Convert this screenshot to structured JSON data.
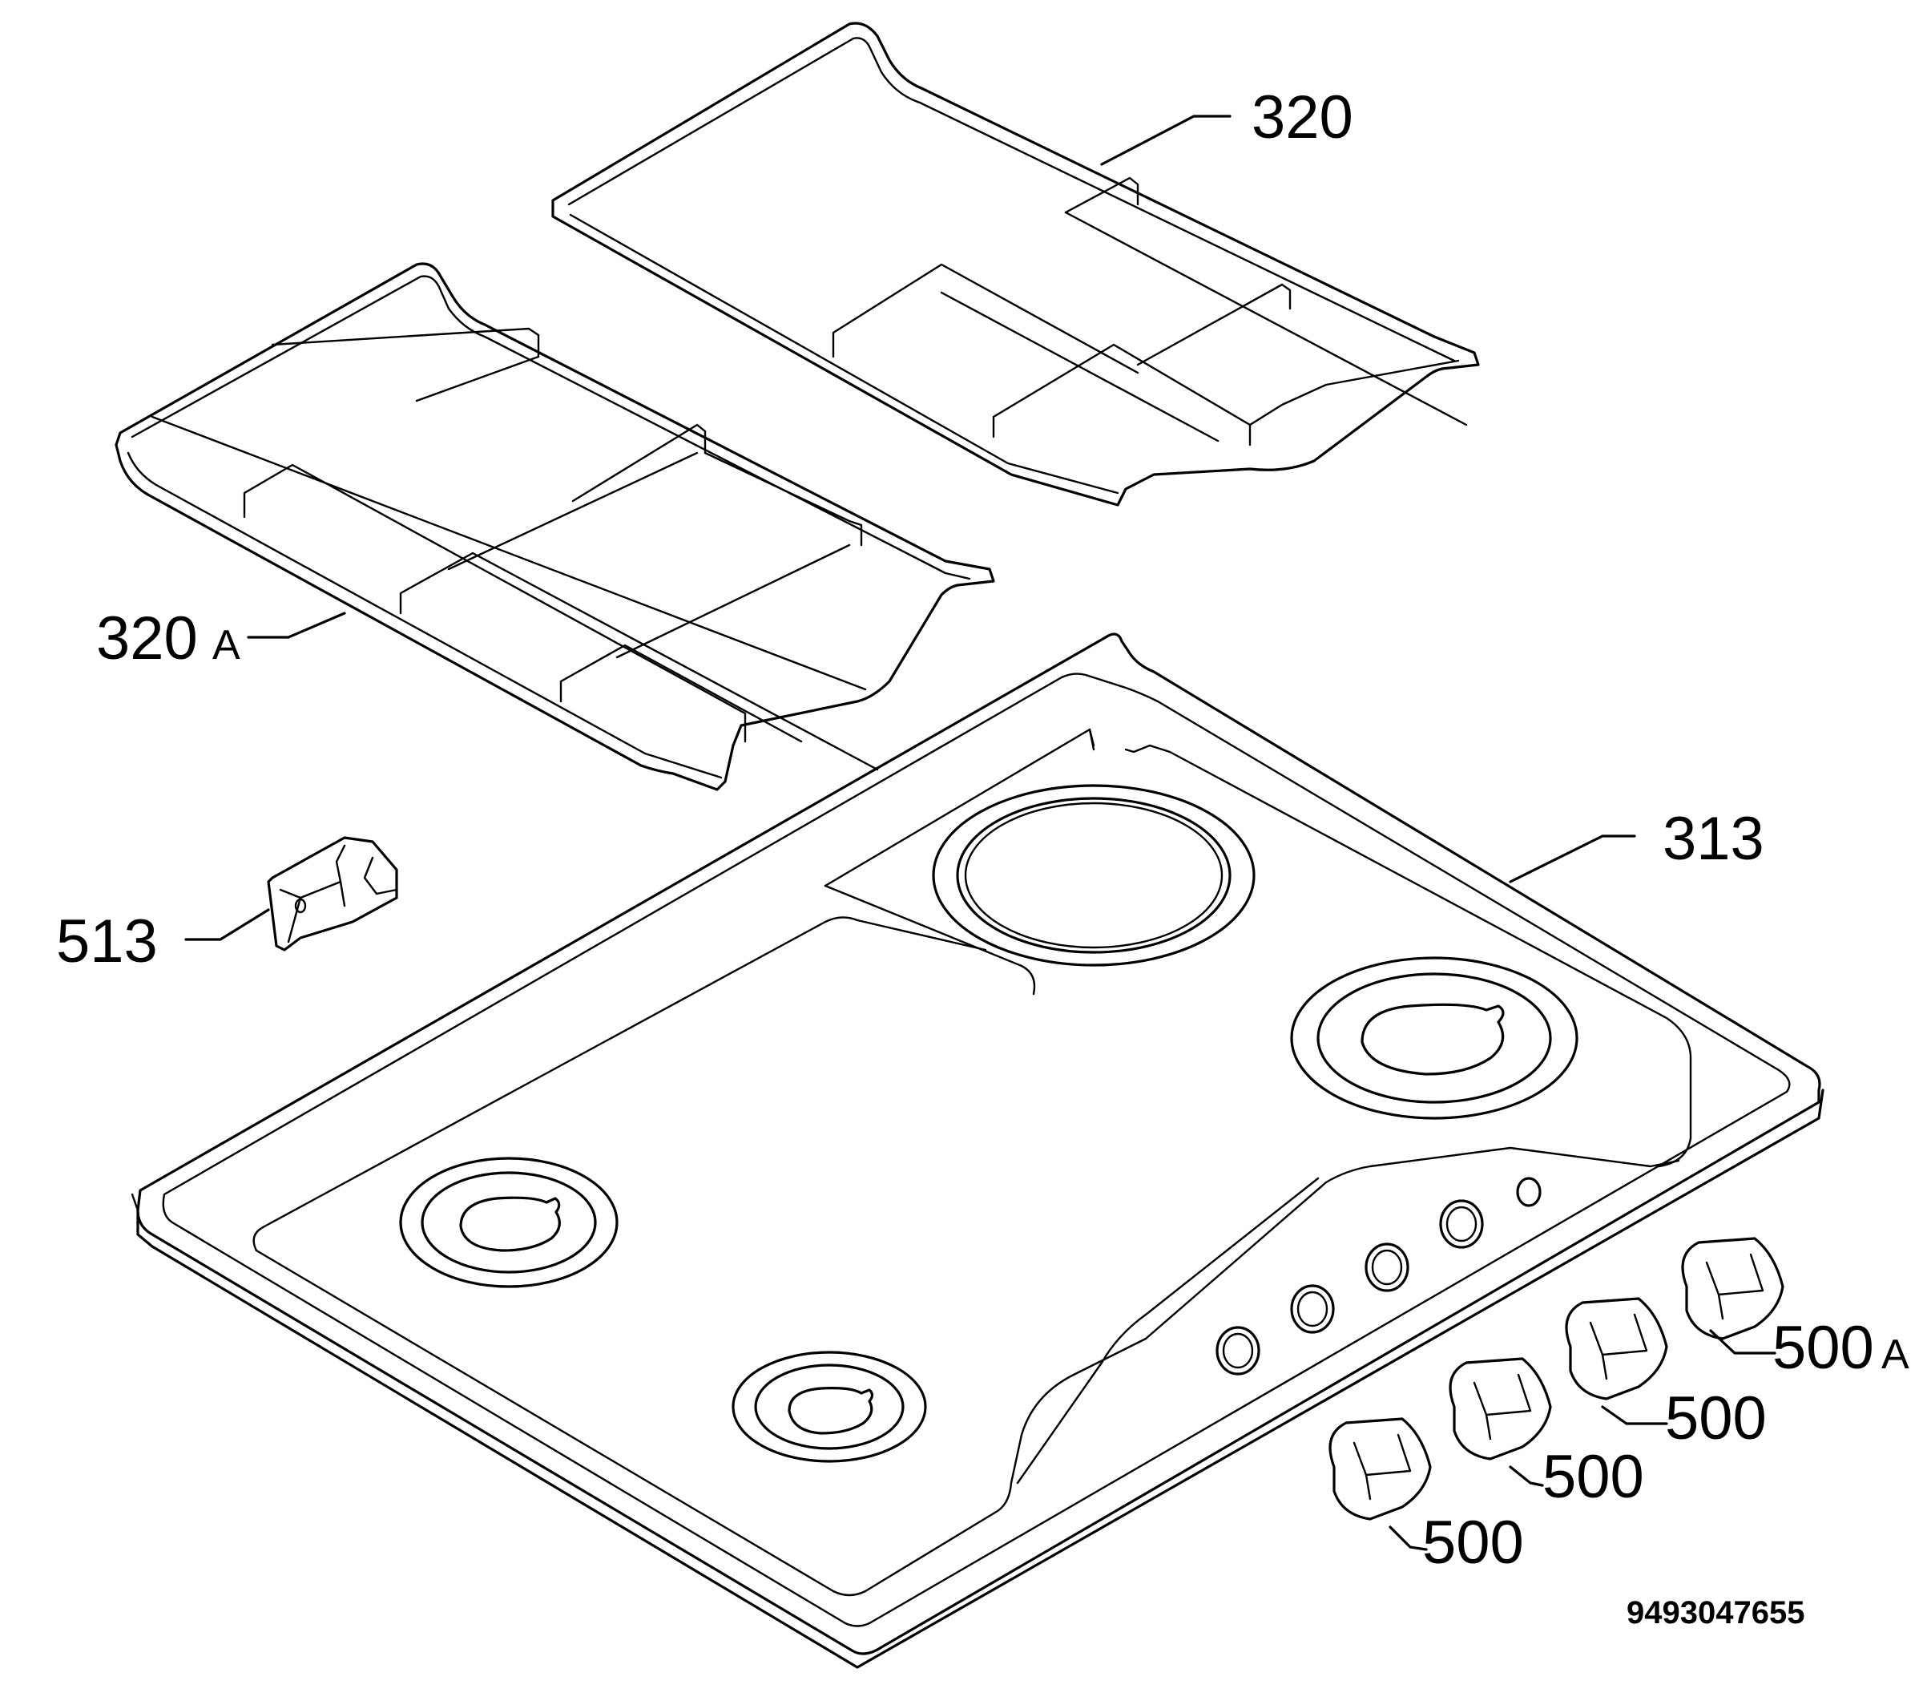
{
  "diagram": {
    "callouts": {
      "pan_support_rear": "320",
      "pan_support_front_num": "320",
      "pan_support_front_suffix": "A",
      "bracket": "513",
      "hob_top": "313",
      "knob_1": "500",
      "knob_2": "500",
      "knob_3": "500",
      "knob_special_num": "500",
      "knob_special_suffix": "A"
    },
    "document_number": "9493047655"
  }
}
